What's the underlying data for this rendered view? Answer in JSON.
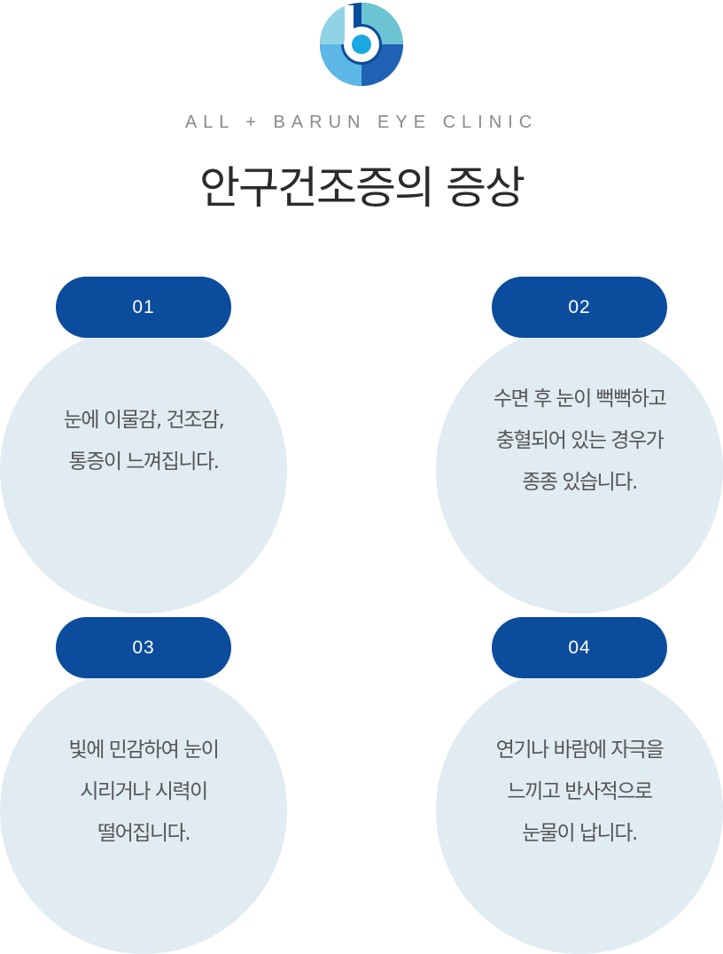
{
  "header": {
    "clinic_name": "ALL + BARUN EYE CLINIC",
    "title": "안구건조증의 증상"
  },
  "logo": {
    "icon": "b-eye-logo-icon",
    "colors": [
      "#0b4c9c",
      "#4fb3dc",
      "#7ecbd9",
      "#1ba8e0"
    ]
  },
  "symptoms": [
    {
      "number": "01",
      "lines": [
        "눈에 이물감, 건조감,",
        "통증이 느껴집니다."
      ]
    },
    {
      "number": "02",
      "lines": [
        "수면 후 눈이 뻑뻑하고",
        "충혈되어 있는 경우가",
        "종종 있습니다."
      ]
    },
    {
      "number": "03",
      "lines": [
        "빛에 민감하여 눈이",
        "시리거나 시력이",
        "떨어집니다."
      ]
    },
    {
      "number": "04",
      "lines": [
        "연기나 바람에 자극을",
        "느끼고 반사적으로",
        "눈물이 납니다."
      ]
    }
  ],
  "colors": {
    "badge": "#0b4c9c",
    "circle": "#e1ebf2"
  }
}
